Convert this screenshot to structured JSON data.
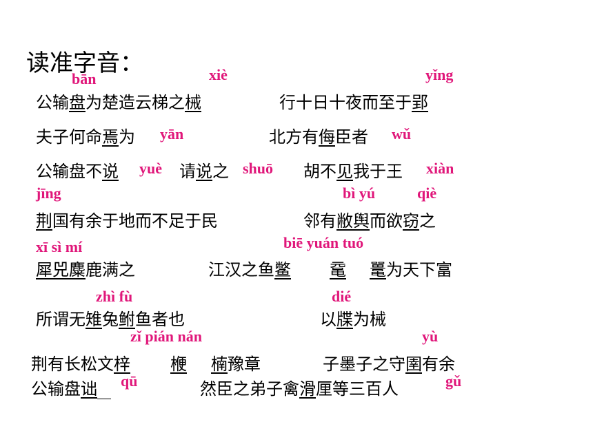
{
  "title": "读准字音：",
  "colors": {
    "text": "#000000",
    "pinyin": "#e0177a"
  },
  "rows": {
    "r1": {
      "a1": "公输",
      "a2": "盘",
      "a3": "为楚造云梯之",
      "a4": "械",
      "b1": "行十日十夜而至于",
      "b2": "郢"
    },
    "r2": {
      "a1": "夫子何命",
      "a2": "焉",
      "a3": "为",
      "b1": "北方有",
      "b2": "侮",
      "b3": "臣者"
    },
    "r3": {
      "a1": "公输盘不",
      "a2": "说",
      "b1": "请",
      "b2": "说",
      "b3": "之",
      "c1": "胡不",
      "c2": "见",
      "c3": "我于王"
    },
    "r4": {
      "a1": "荆",
      "a2": "国有余于地而不足于民",
      "b1": "邻有",
      "b2": "敝舆",
      "b3": "而欲",
      "b4": "窃",
      "b5": "之"
    },
    "r5": {
      "a1": "犀兕麋",
      "a2": "鹿满之",
      "b1": "江汉之鱼",
      "b2": "鳖",
      "b3": "鼋",
      "b4": "鼍",
      "b5": "为天下富"
    },
    "r6": {
      "a1": "所谓无",
      "a2": "雉",
      "a3": "兔",
      "a4": "鲋",
      "a5": "鱼者也",
      "b1": "以",
      "b2": "牒",
      "b3": "为械"
    },
    "r7": {
      "a1": "荆有长松文",
      "a2": "梓",
      "a3": "楩",
      "a4": "楠",
      "a5": "豫章",
      "b1": "子墨子之守",
      "b2": "圉",
      "b3": "有余"
    },
    "r8": {
      "a1": "公输盘",
      "a2": "诎",
      "b1": "然臣之弟子禽",
      "b2": "滑",
      "b3": "厘等三百人"
    }
  },
  "pinyin": {
    "ban": "bān",
    "xie": "xiè",
    "ying": "yǐng",
    "yan": "yān",
    "wu": "wǔ",
    "yue": "yuè",
    "shuo": "shuō",
    "xian": "xiàn",
    "jing": "jīng",
    "biyu": "bì yú",
    "qie": "qiè",
    "xisimi": "xī sì  mí",
    "bieyuantuo": "biē  yuán  tuó",
    "zhifu": "zhì   fù",
    "die": "dié",
    "zipiannan": "zǐ   pián  nán",
    "yu": "yù",
    "qu": "qū",
    "gu": "gǔ"
  }
}
